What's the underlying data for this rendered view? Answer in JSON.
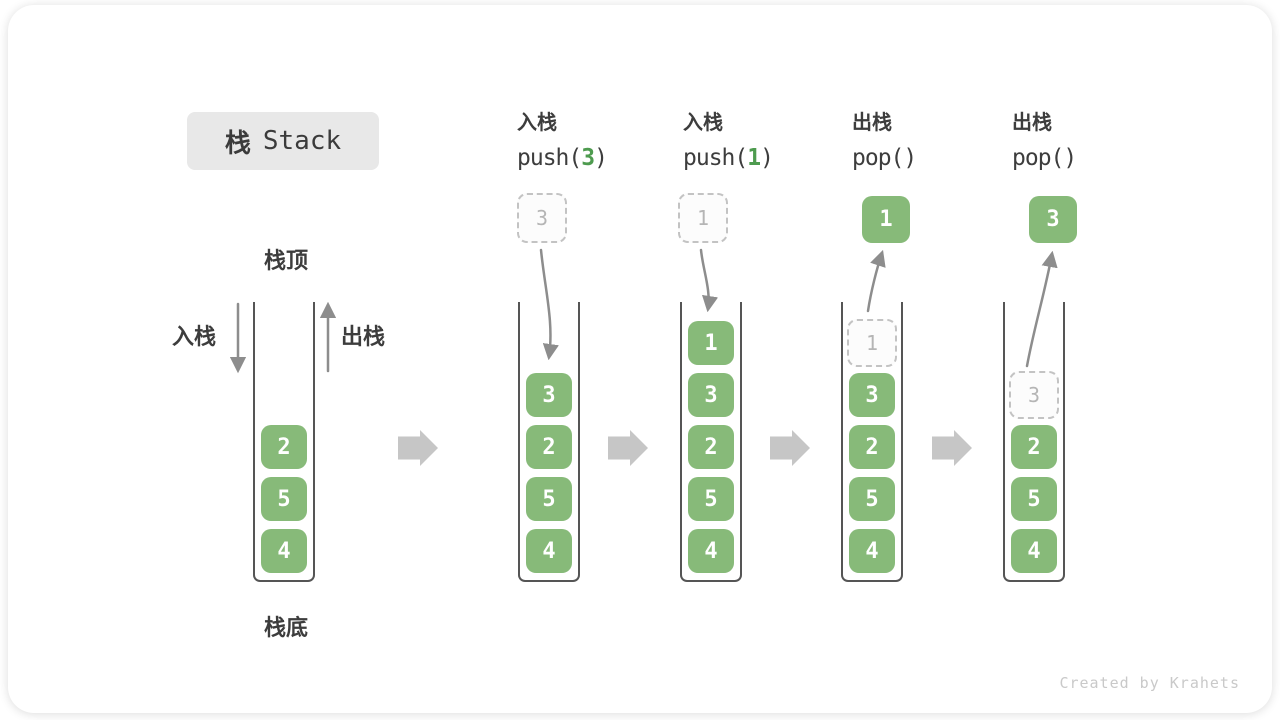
{
  "title": {
    "zh": "栈",
    "en": "Stack"
  },
  "operations": [
    {
      "label": "入栈",
      "code_pre": "push(",
      "code_arg": "3",
      "code_post": ")"
    },
    {
      "label": "入栈",
      "code_pre": "push(",
      "code_arg": "1",
      "code_post": ")"
    },
    {
      "label": "出栈",
      "code_pre": "pop(",
      "code_arg": "",
      "code_post": ")"
    },
    {
      "label": "出栈",
      "code_pre": "pop(",
      "code_arg": "",
      "code_post": ")"
    }
  ],
  "annotations": {
    "stack_top": "栈顶",
    "stack_bottom": "栈底",
    "push_side": "入栈",
    "pop_side": "出栈"
  },
  "floating_values": [
    {
      "value": "3",
      "style": "ghost"
    },
    {
      "value": "1",
      "style": "ghost"
    },
    {
      "value": "1",
      "style": "solid"
    },
    {
      "value": "3",
      "style": "solid"
    }
  ],
  "stacks": [
    {
      "items_bottom_to_top": [
        {
          "value": "4"
        },
        {
          "value": "5"
        },
        {
          "value": "2"
        }
      ]
    },
    {
      "items_bottom_to_top": [
        {
          "value": "4"
        },
        {
          "value": "5"
        },
        {
          "value": "2"
        },
        {
          "value": "3"
        }
      ]
    },
    {
      "items_bottom_to_top": [
        {
          "value": "4"
        },
        {
          "value": "5"
        },
        {
          "value": "2"
        },
        {
          "value": "3"
        },
        {
          "value": "1"
        }
      ]
    },
    {
      "items_bottom_to_top": [
        {
          "value": "4"
        },
        {
          "value": "5"
        },
        {
          "value": "2"
        },
        {
          "value": "3"
        },
        {
          "value": "1",
          "ghost": true
        }
      ]
    },
    {
      "items_bottom_to_top": [
        {
          "value": "4"
        },
        {
          "value": "5"
        },
        {
          "value": "2"
        },
        {
          "value": "3",
          "ghost": true
        }
      ]
    }
  ],
  "watermark": "Created by Krahets",
  "colors": {
    "cell_green": "#87BA79",
    "code_green": "#4E9B4F",
    "ghost_border": "#C3C3C3",
    "ghost_text": "#B5B5B5",
    "curve_arrow_gray": "#8D8D8D",
    "block_arrow_gray": "#C6C6C6",
    "wall_gray": "#555555",
    "title_box_bg": "#E8E8E8",
    "text_dark": "#3D3D3D",
    "watermark_gray": "#C9C9C9"
  }
}
